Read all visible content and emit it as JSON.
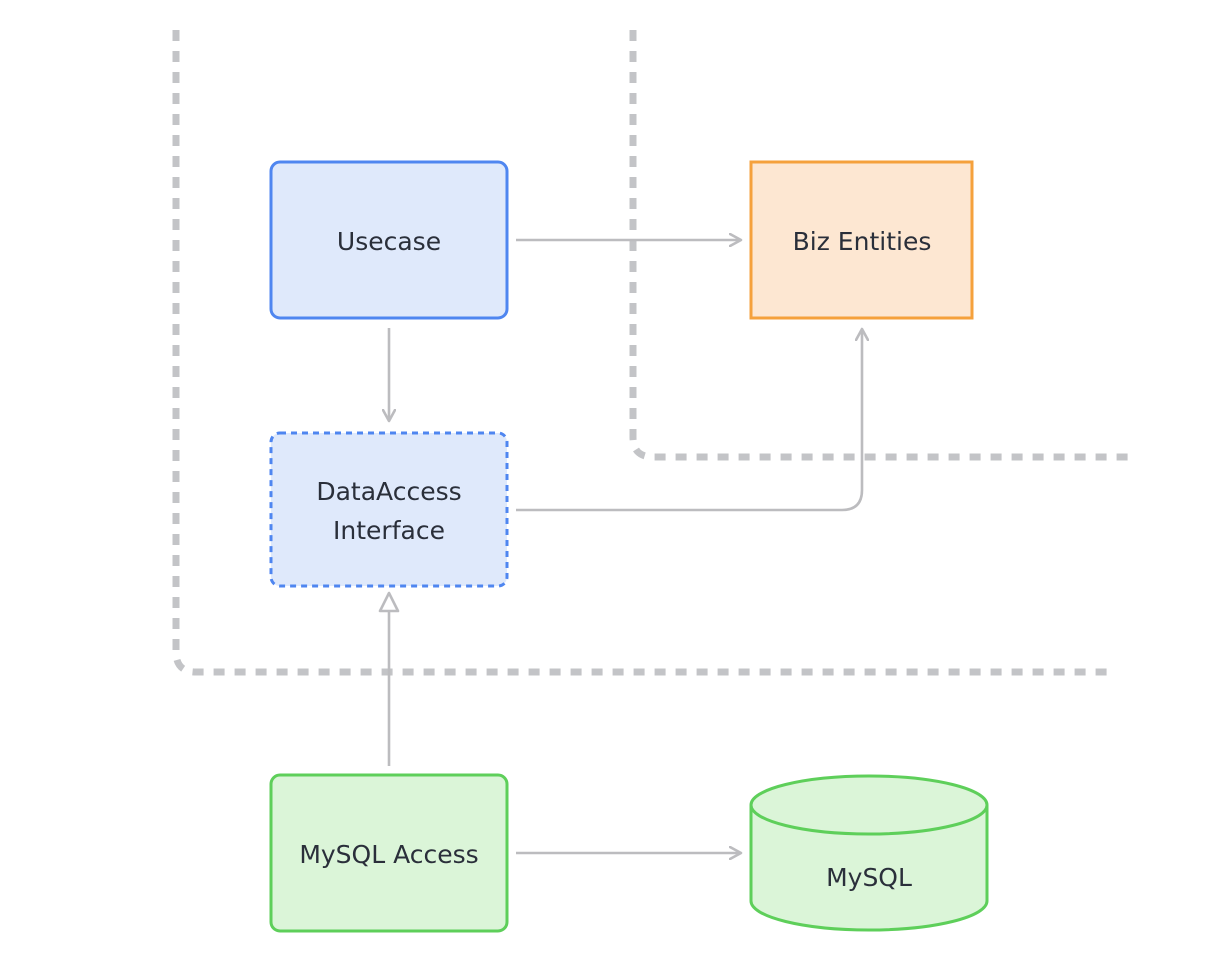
{
  "nodes": {
    "usecase": {
      "label": "Usecase"
    },
    "biz_entities": {
      "label": "Biz Entities"
    },
    "data_access_interface": {
      "label_line1": "DataAccess",
      "label_line2": "Interface"
    },
    "mysql_access": {
      "label": "MySQL Access"
    },
    "mysql_db": {
      "label": "MySQL"
    }
  },
  "colors": {
    "blue_border": "#4f86f0",
    "blue_fill": "#dfe9fb",
    "orange_border": "#f5a13c",
    "orange_fill": "#fde7d2",
    "green_border": "#5ecf5a",
    "green_fill": "#dbf5d8",
    "arrow": "#bcbcbf",
    "boundary": "#c3c4c7",
    "text": "#2a2f3a"
  }
}
